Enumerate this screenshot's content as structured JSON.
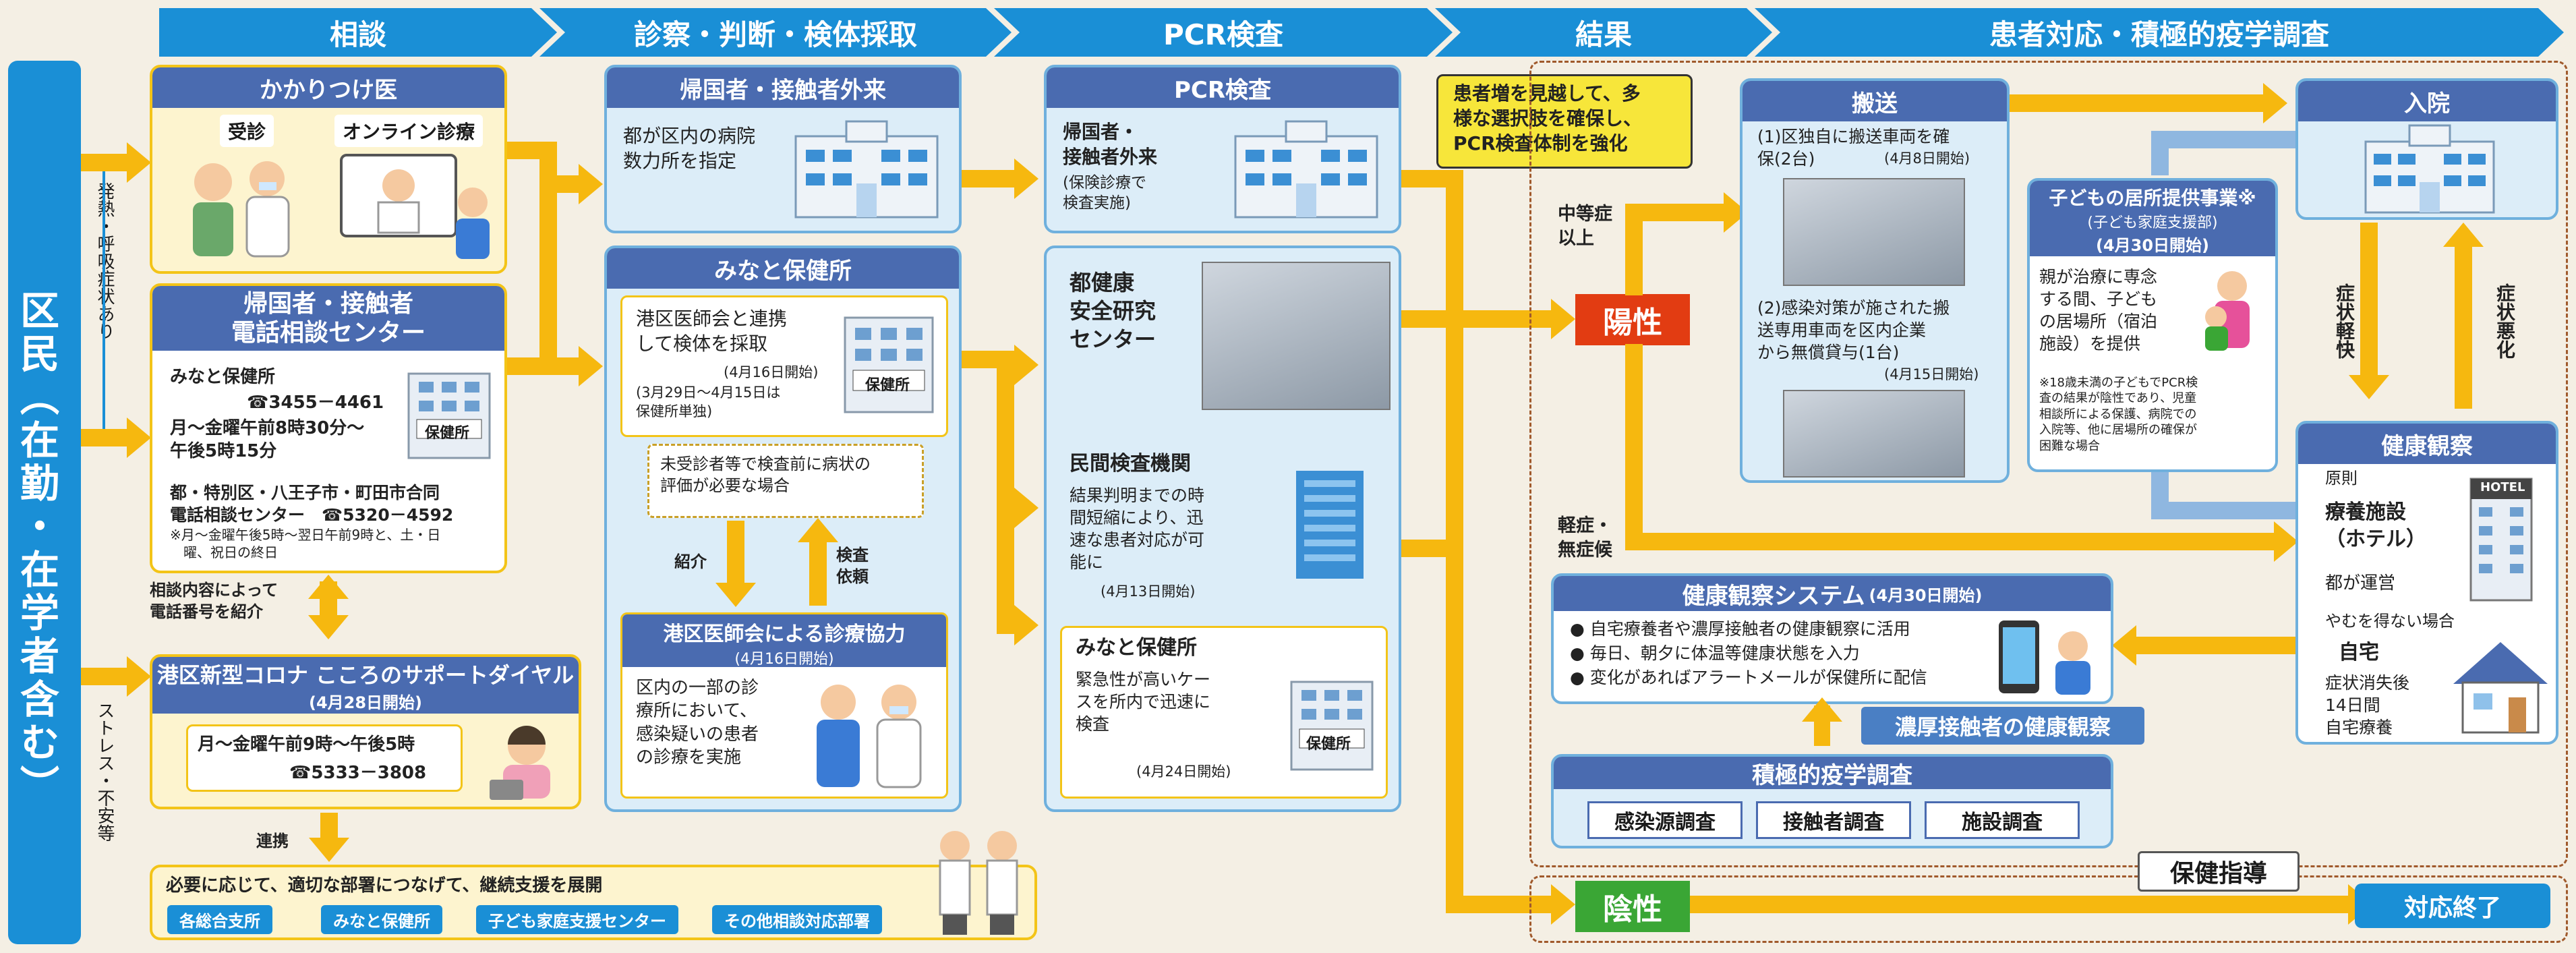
{
  "stages": [
    "相談",
    "診察・判断・検体採取",
    "PCR検査",
    "結果",
    "患者対応・積極的疫学調査"
  ],
  "resident": {
    "label": "区民（在勤・在学者含む）",
    "symptom_label": "発熱・呼吸症状あり",
    "stress_label": "ストレス・不安等"
  },
  "kakaritsuke": {
    "title": "かかりつけ医",
    "consult": "受診",
    "online": "オンライン診療"
  },
  "center": {
    "title": "帰国者・接触者\n電話相談センター",
    "minato": "みなと保健所",
    "tel1": "☎3455－4461",
    "hours": "月～金曜午前8時30分～\n午後5時15分",
    "city": "都・特別区・八王子市・町田市合同\n電話相談センター　☎5320－4592",
    "note": "※月～金曜午後5時～翌日午前9時と、土・日\n　曜、祝日の終日"
  },
  "refer_note": "相談内容によって\n電話番号を紹介",
  "support": {
    "title": "港区新型コロナ こころのサポートダイヤル",
    "date": "(4月28日開始)",
    "hours": "月～金曜午前9時～午後5時",
    "tel": "☎5333－3808"
  },
  "renkei": "連携",
  "bottom": {
    "text": "必要に応じて、適切な部署につなげて、継続支援を展開",
    "tags": [
      "各総合支所",
      "みなと保健所",
      "子ども家庭支援センター",
      "その他相談対応部署"
    ]
  },
  "outpatient": {
    "title": "帰国者・接触者外来",
    "text": "都が区内の病院\n数力所を指定"
  },
  "minato_hc": {
    "title": "みなと保健所",
    "text": "港区医師会と連携\nして検体を採取",
    "date": "(4月16日開始)",
    "date2": "(3月29日～4月15日は\n保健所単独)",
    "unexam": "未受診者等で検査前に病状の\n評価が必要な場合",
    "shokai": "紹介",
    "kensa_irai": "検査\n依頼",
    "sign": "保健所"
  },
  "ishikai": {
    "title": "港区医師会による診療協力",
    "date": "(4月16日開始)",
    "text": "区内の一部の診\n療所において、\n感染疑いの患者\nの診療を実施"
  },
  "pcr": {
    "title": "PCR検査",
    "outpatient": "帰国者・\n接触者外来",
    "outpatient_note": "(保険診療で\n検査実施)",
    "lab": "都健康\n安全研究\nセンター",
    "private": "民間検査機関",
    "private_text": "結果判明までの時\n間短縮により、迅\n速な患者対応が可\n能に",
    "private_date": "(4月13日開始)",
    "minato": "みなと保健所",
    "minato_text": "緊急性が高いケー\nスを所内で迅速に\n検査",
    "minato_date": "(4月24日開始)",
    "callout": "患者増を見越して、多\n様な選択肢を確保し、\nPCR検査体制を強化"
  },
  "result": {
    "positive": "陽性",
    "negative": "陰性",
    "moderate": "中等症\n以上",
    "mild": "軽症・\n無症候"
  },
  "transport": {
    "title": "搬送",
    "item1": "(1)区独自に搬送車両を確\n保(2台)",
    "date1": "(4月8日開始)",
    "item2": "(2)感染対策が施された搬\n送専用車両を区内企業\nから無償貸与(1台)",
    "date2": "(4月15日開始)"
  },
  "hospital": {
    "title": "入院",
    "worse": "症状悪化",
    "better": "症状軽快"
  },
  "child": {
    "title": "子どもの居所提供事業※",
    "sub": "(子ども家庭支援部)",
    "date": "(4月30日開始)",
    "text": "親が治療に専念\nする間、子ども\nの居場所（宿泊\n施設）を提供",
    "note": "※18歳未満の子どもでPCR検\n査の結果が陰性であり、児童\n相談所による保護、病院での\n入院等、他に居場所の確保が\n困難な場合"
  },
  "observe": {
    "title": "健康観察",
    "principle": "原則",
    "hotel_label": "療養施設\n（ホテル）",
    "hotel_sign": "HOTEL",
    "run_by": "都が運営",
    "unavoidable": "やむを得ない場合",
    "home": "自宅",
    "home_text": "症状消失後\n14日間\n自宅療養"
  },
  "system": {
    "title": "健康観察システム",
    "date": "(4月30日開始)",
    "bullets": [
      "自宅療養者や濃厚接触者の健康観察に活用",
      "毎日、朝夕に体温等健康状態を入力",
      "変化があればアラートメールが保健所に配信"
    ]
  },
  "close_contact": "濃厚接触者の健康観察",
  "epi": {
    "title": "積極的疫学調査",
    "items": [
      "感染源調査",
      "接触者調査",
      "施設調査"
    ]
  },
  "guidance": "保健指導",
  "end": "対応終了",
  "colors": {
    "chevron": "#1a8fd6",
    "header": "#4a6bb0",
    "yellow": "#f6b80f",
    "positive": "#e23c12",
    "negative": "#3aa635"
  }
}
